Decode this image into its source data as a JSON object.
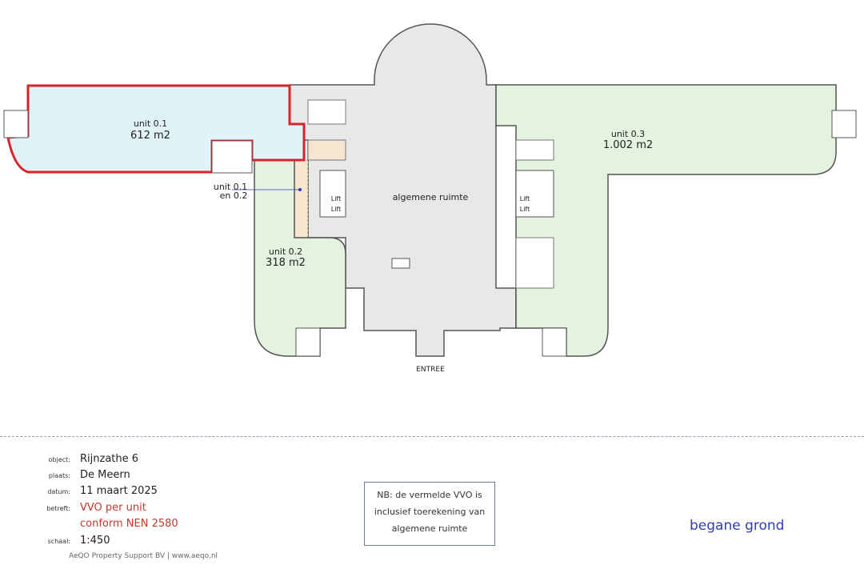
{
  "plan": {
    "units": [
      {
        "name": "unit 0.1",
        "area": "612 m2",
        "color": "#dff3f8",
        "outline": "#d9232a"
      },
      {
        "name": "unit 0.2",
        "area": "318 m2",
        "color": "#e3f3df"
      },
      {
        "name": "unit 0.3",
        "area": "1.002 m2",
        "color": "#e3f3df"
      }
    ],
    "shared_label_1": "unit 0.1",
    "shared_label_2": "en 0.2",
    "shared_color": "#f8e5cf",
    "general_area": "algemene ruimte",
    "general_color": "#e8e8e8",
    "lift": "Lift",
    "entrance": "ENTREE"
  },
  "info": {
    "object_label": "object:",
    "object": "Rijnzathe 6",
    "plaats_label": "plaats:",
    "plaats": "De Meern",
    "datum_label": "datum:",
    "datum": "11 maart 2025",
    "betreft_label": "betreft:",
    "betreft_1": "VVO per unit",
    "betreft_2": "conform NEN 2580",
    "schaal_label": "schaal:",
    "schaal": "1:450",
    "footer": "AeQO Property Support BV  |  www.aeqo.nl"
  },
  "note": {
    "line1": "NB: de vermelde VVO is",
    "line2": "inclusief toerekening van",
    "line3": "algemene ruimte"
  },
  "floor_name": "begane grond"
}
